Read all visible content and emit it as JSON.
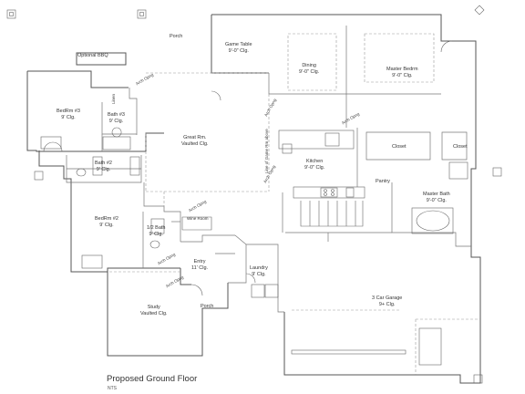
{
  "title": "Proposed Ground Floor",
  "scale_note": "NTS",
  "rooms": {
    "porch_top": "Porch",
    "game_table": {
      "name": "Game Table",
      "clg": "9'-0\" Clg."
    },
    "dining": {
      "name": "Dining",
      "clg": "9'-0\" Clg."
    },
    "master_bedroom": {
      "name": "Master Bedrm",
      "clg": "9'-0\" Clg."
    },
    "optional_bbq": "Optional BBQ",
    "bedroom3": {
      "name": "BedRm #3",
      "clg": "9' Clg."
    },
    "bath3": {
      "name": "Bath #3",
      "clg": "9' Clg."
    },
    "linen": "Linen",
    "great_room": {
      "name": "Great Rm.",
      "clg": "Vaulted Clg."
    },
    "kitchen": {
      "name": "Kitchen",
      "clg": "9'-0\" Clg."
    },
    "closet1": "Closet",
    "closet2": "Closet",
    "pantry": "Pantry",
    "bath2": {
      "name": "Bath #2",
      "clg": "9' Clg."
    },
    "bedroom2": {
      "name": "BedRm #2",
      "clg": "9' Clg."
    },
    "half_bath": {
      "name": "1/2 Bath",
      "clg": "9' Clg."
    },
    "wine_room": "Wine Room",
    "master_bath": {
      "name": "Master Bath",
      "clg": "9'-0\" Clg."
    },
    "entry": {
      "name": "Entry",
      "clg": "11' Clg."
    },
    "laundry": {
      "name": "Laundry",
      "clg": "9' Clg."
    },
    "study": {
      "name": "Study",
      "clg": "Vaulted Clg."
    },
    "porch_bottom": "Porch",
    "garage": {
      "name": "3 Car Garage",
      "clg": "9+ Clg."
    }
  },
  "notes": {
    "arch_opening": "Arch Opng",
    "line_of_ceiling": "Line of Game Rm above"
  }
}
